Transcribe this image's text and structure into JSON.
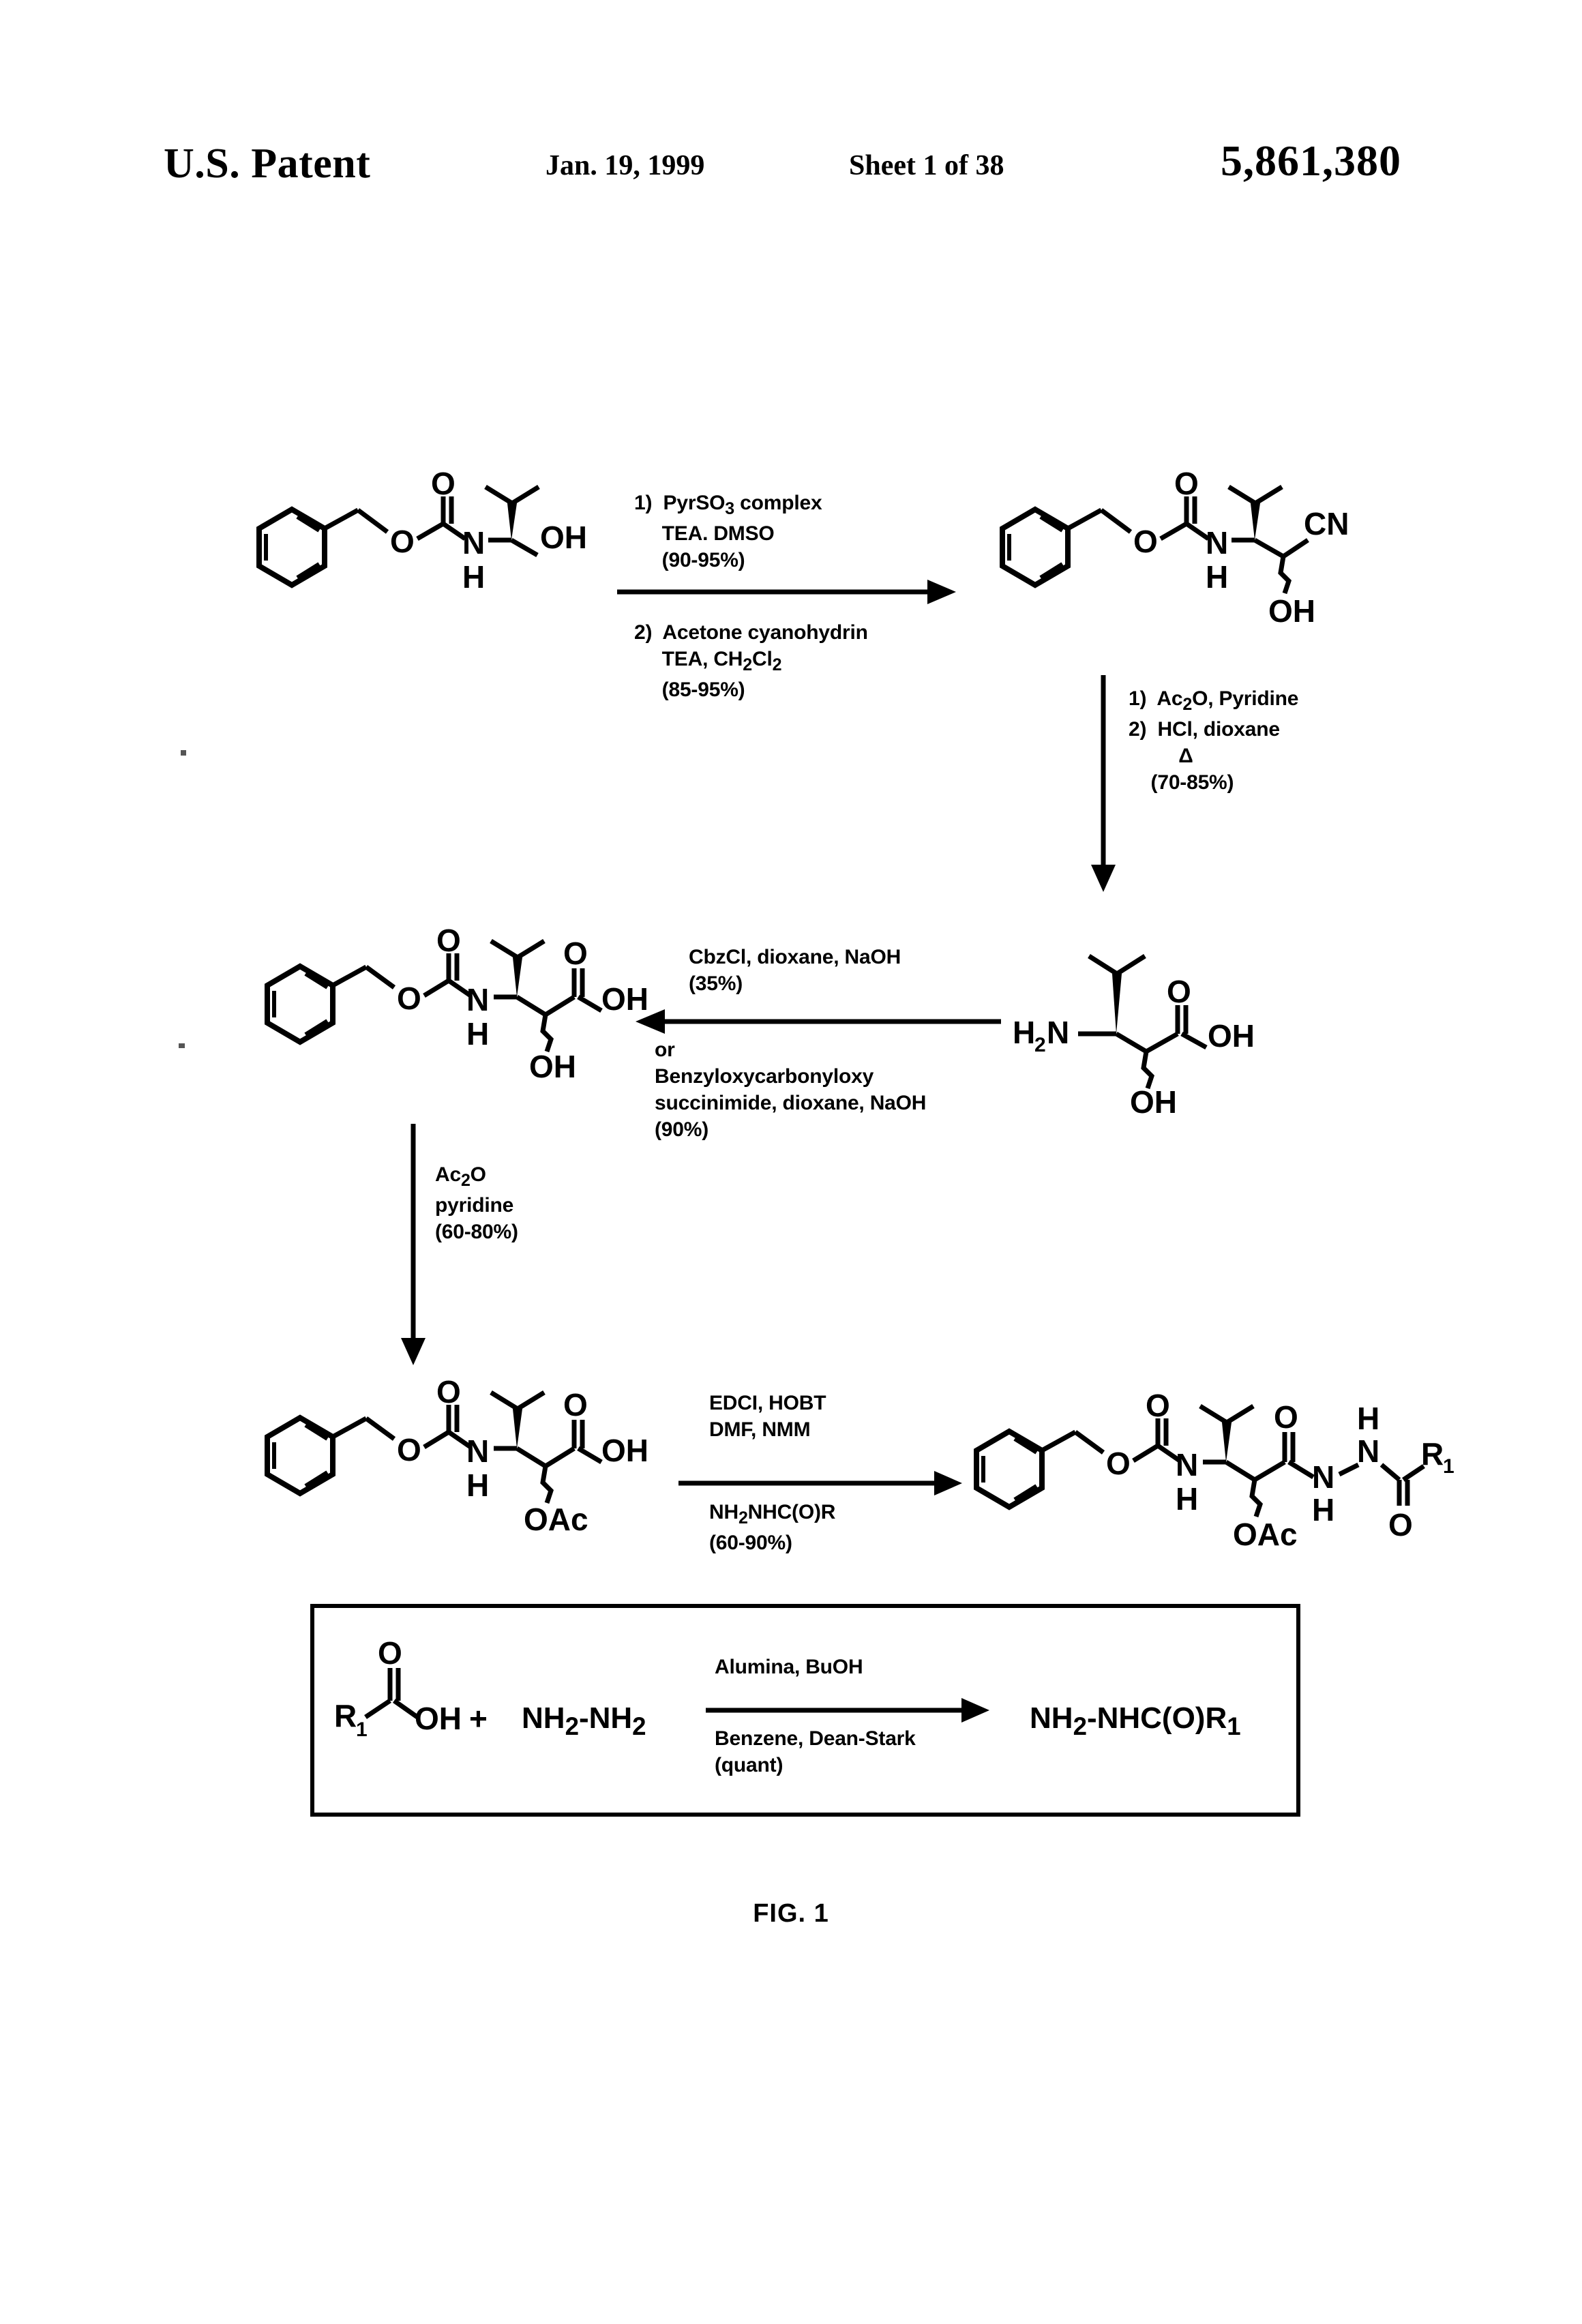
{
  "header": {
    "title": "U.S. Patent",
    "date": "Jan. 19, 1999",
    "sheet": "Sheet 1 of 38",
    "patent_number": "5,861,380"
  },
  "figure": {
    "caption": "FIG. 1"
  },
  "scheme": {
    "step1": {
      "above_arrow": "1)  PyrSO3 complex\n     TEA. DMSO\n     (90-95%)",
      "below_arrow": "2)  Acetone cyanohydrin\n     TEA, CH2Cl2\n     (85-95%)"
    },
    "step2": {
      "conditions": "1)  Ac2O, Pyridine\n2)  HCl, dioxane\n         Δ\n    (70-85%)"
    },
    "step3": {
      "above_arrow": "CbzCl, dioxane, NaOH\n(35%)",
      "below_arrow": "or\nBenzyloxycarbonyloxy\nsuccinimide, dioxane, NaOH\n(90%)"
    },
    "step4": {
      "conditions": "Ac2O\npyridine\n(60-80%)"
    },
    "step5": {
      "above_arrow": "EDCI, HOBT\nDMF, NMM",
      "below_arrow": "NH2NHC(O)R\n(60-90%)"
    }
  },
  "structures": {
    "cbz_valinol": {
      "name": "Cbz-valinol",
      "labels": [
        "O",
        "O",
        "N",
        "H",
        "OH"
      ]
    },
    "cyanohydrin": {
      "name": "Cbz-amino cyanohydrin",
      "labels": [
        "O",
        "O",
        "N",
        "H",
        "CN",
        "OH"
      ]
    },
    "amino_acid": {
      "name": "free amino hydroxy acid",
      "labels": [
        "H2N",
        "O",
        "OH",
        "OH"
      ]
    },
    "cbz_acid": {
      "name": "Cbz-amino hydroxy acid",
      "labels": [
        "O",
        "O",
        "N",
        "H",
        "O",
        "OH",
        "OH"
      ]
    },
    "cbz_oac_acid": {
      "name": "Cbz-amino acetoxy acid",
      "labels": [
        "O",
        "O",
        "N",
        "H",
        "O",
        "OH",
        "OAc"
      ]
    },
    "final_product": {
      "name": "Cbz-amino acetoxy acyl hydrazide",
      "labels": [
        "O",
        "O",
        "N",
        "H",
        "O",
        "OAc",
        "N",
        "H",
        "H",
        "N",
        "R1",
        "O"
      ]
    }
  },
  "inset": {
    "reagent_acid": "R1",
    "reagent_acid_oh": "OH",
    "reagent_acid_o": "O",
    "plus": "+",
    "reagent_hydrazine": "NH2-NH2",
    "above_arrow": "Alumina, BuOH",
    "below_arrow": "Benzene, Dean-Stark\n(quant)",
    "product": "NH2-NHC(O)R1"
  }
}
